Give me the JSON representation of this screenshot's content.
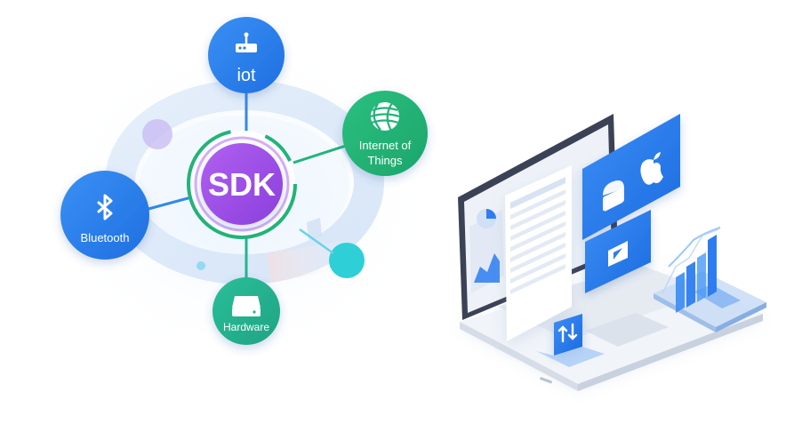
{
  "diagram": {
    "center": {
      "label": "SDK",
      "icon": "sdk-core"
    },
    "nodes": [
      {
        "id": "iot",
        "label": "iot",
        "icon": "router-icon",
        "color": "#2f7de8"
      },
      {
        "id": "internet-of-things",
        "label_line1": "Internet of",
        "label_line2": "Things",
        "icon": "globe-icon",
        "color": "#22b37a"
      },
      {
        "id": "bluetooth",
        "label": "Bluetooth",
        "icon": "bluetooth-icon",
        "color": "#2f8be8"
      },
      {
        "id": "hardware",
        "label": "Hardware",
        "icon": "hard-drive-icon",
        "color": "#25b48d"
      }
    ],
    "colors": {
      "sdk_purple": "#9b4de6",
      "iot_blue": "#2f7de8",
      "green": "#22b37a",
      "teal_dot": "#2ecfd7",
      "laptop_blue": "#2d7df0"
    }
  },
  "illustration": {
    "device": "laptop",
    "icons": [
      "android-icon",
      "apple-icon",
      "play-icon",
      "sync-icon",
      "pie-chart-icon",
      "bar-chart-icon"
    ]
  }
}
